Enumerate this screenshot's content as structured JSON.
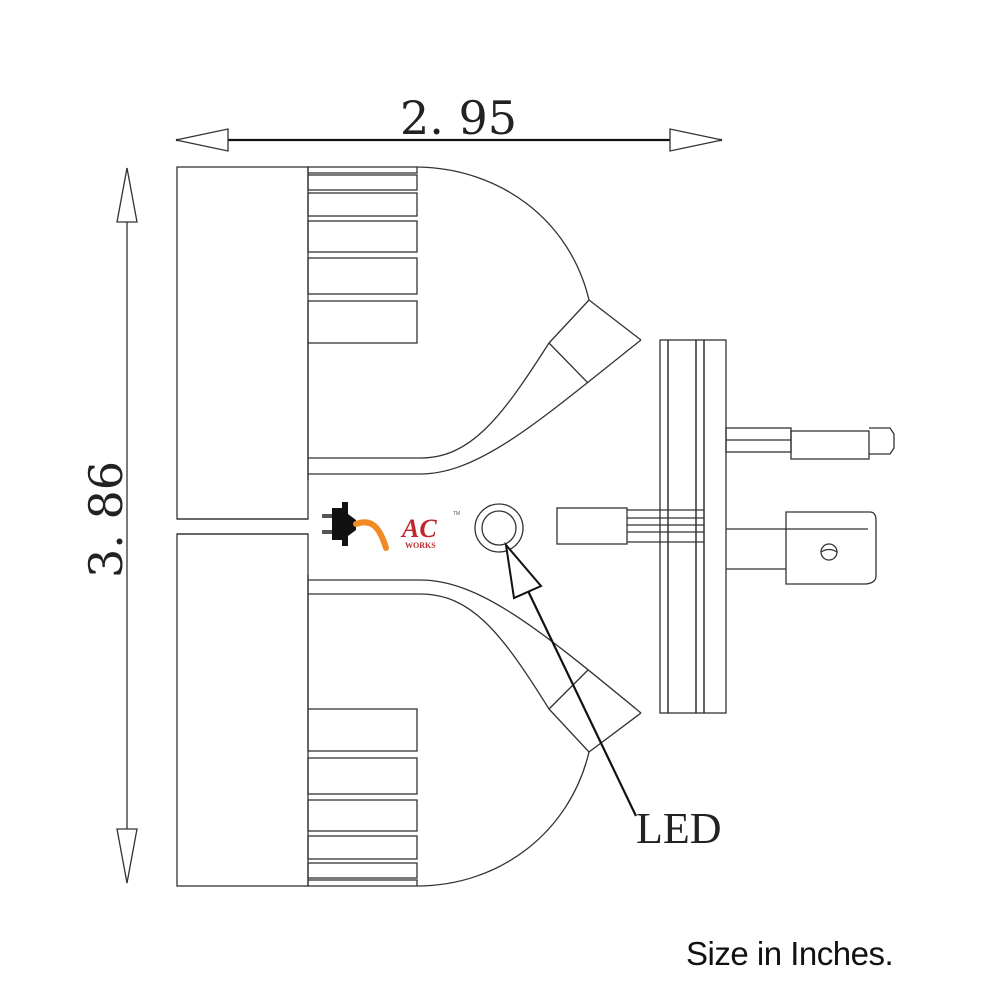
{
  "dimensions": {
    "width_label": "2. 95",
    "height_label": "3. 86",
    "width_value": 2.95,
    "height_value": 3.86,
    "units": "inches"
  },
  "callouts": {
    "led_label": "LED"
  },
  "logo": {
    "brand_main": "AC",
    "brand_sub": "WORKS",
    "trademark": "TM",
    "accent_red": "#c0272d",
    "accent_orange": "#f08a24",
    "plug_color": "#111111"
  },
  "caption": "Size in Inches."
}
